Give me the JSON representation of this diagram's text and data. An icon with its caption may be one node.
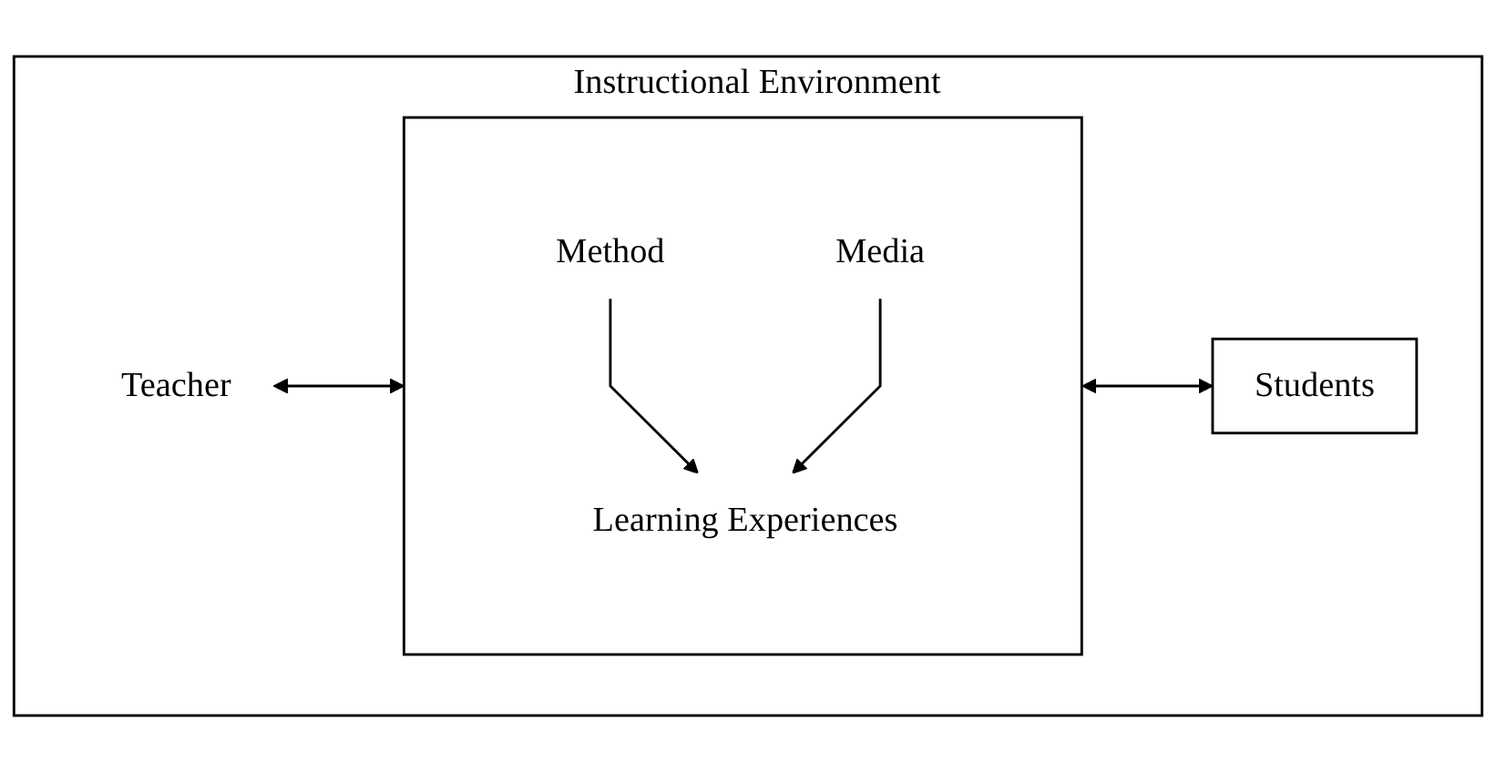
{
  "diagram": {
    "nodes": [
      {
        "text": [
          "Instructional Environment"
        ]
      },
      {
        "text": [
          "Teacher"
        ],
        "in": 0
      },
      {
        "text": [],
        "shape": "box",
        "in": 0
      },
      {
        "text": [
          "Method"
        ],
        "in": 2
      },
      {
        "text": [
          "Learning Experiences"
        ],
        "in": 2
      },
      {
        "text": [
          "Media"
        ],
        "in": 2
      },
      {
        "text": [
          "Students"
        ],
        "in": 0
      }
    ],
    "edges": [
      {
        "from": 1,
        "to": 2,
        "arrow": "both"
      },
      {
        "from": 2,
        "to": 6,
        "arrow": "both"
      },
      {
        "from": 3,
        "to": 4,
        "arrow": "to"
      },
      {
        "from": 5,
        "to": 4,
        "arrow": "to"
      }
    ]
  }
}
